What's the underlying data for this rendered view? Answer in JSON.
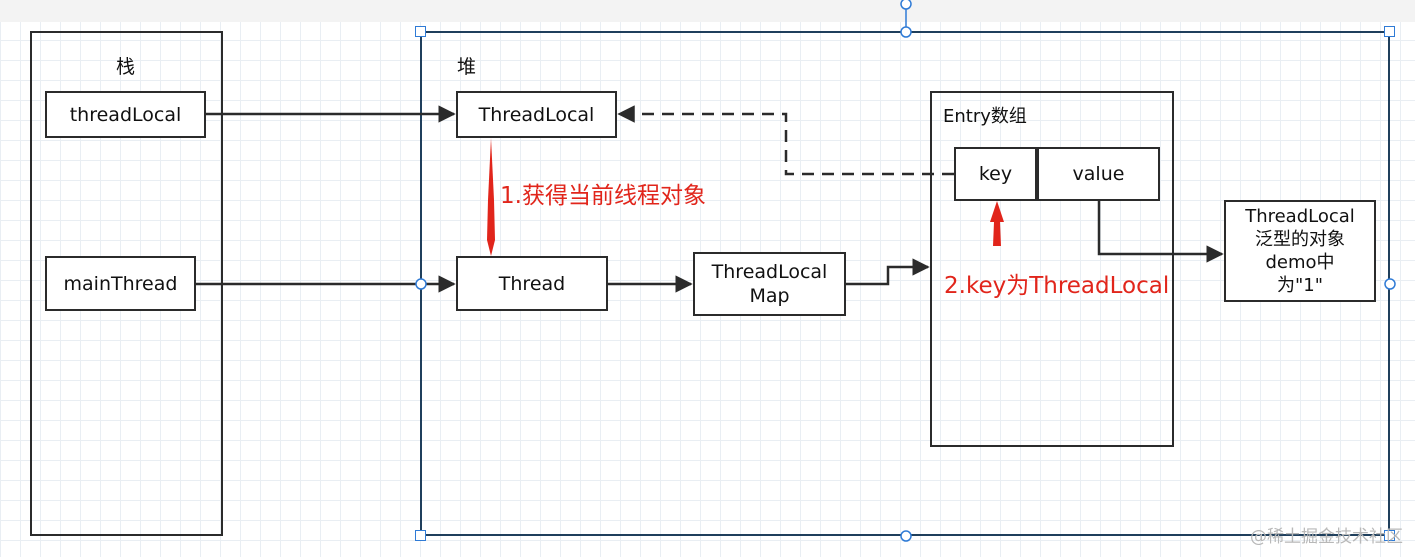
{
  "stack": {
    "title": "栈",
    "items": [
      "threadLocal",
      "mainThread"
    ]
  },
  "heap": {
    "title": "堆",
    "threadlocal": "ThreadLocal",
    "thread": "Thread",
    "threadlocal_map": [
      "ThreadLocal",
      "Map"
    ],
    "entry_array": "Entry数组",
    "key": "key",
    "value": "value",
    "value_object": [
      "ThreadLocal",
      "泛型的对象",
      "demo中",
      "为\"1\""
    ]
  },
  "annotations": {
    "step1": "1.获得当前线程对象",
    "step2": "2.key为ThreadLocal"
  },
  "watermark": "@稀土掘金技术社区",
  "colors": {
    "line": "#2b2b2b",
    "annotation": "#e1251b",
    "selection": "#2f7bd6",
    "grid": "#e9eef3"
  }
}
